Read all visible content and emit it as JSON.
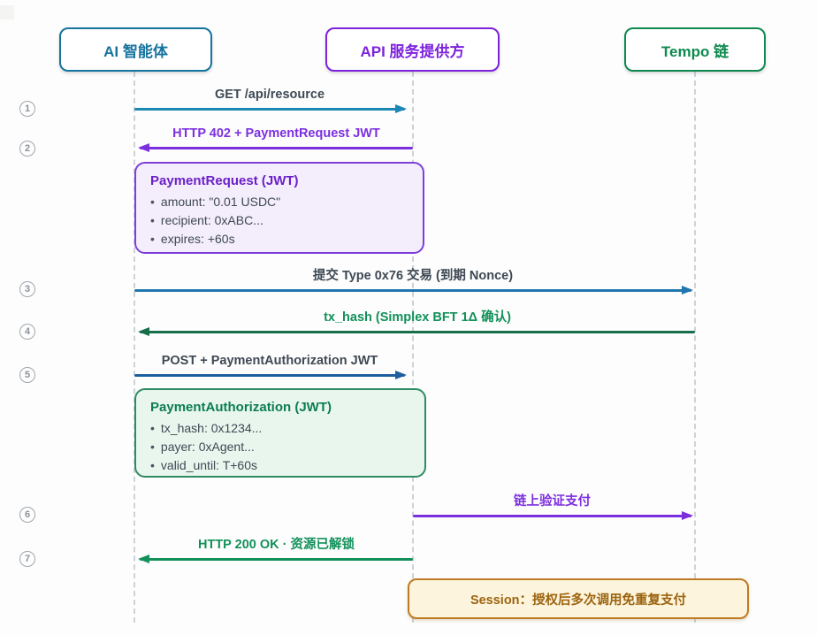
{
  "colors": {
    "actor_ai": "#16749e",
    "actor_api": "#7d22dc",
    "actor_tempo": "#0f8a4f",
    "arrow_teal": "#1a87b4",
    "arrow_purple": "#7c2fe0",
    "arrow_blue": "#2176ae",
    "arrow_dark_blue": "#1d5f9e",
    "arrow_dark_green": "#166e4b",
    "arrow_green": "#12915a",
    "label_dark": "#3e4954",
    "note_purple_border": "#7c3fd8",
    "note_purple_bg": "#f4edfb",
    "note_green_border": "#2e8b62",
    "note_green_bg": "#e9f6ee",
    "session_border": "#bf7b22",
    "session_bg": "#fcf4dc",
    "session_text": "#9c6410",
    "lifeline": "#cdd2d7",
    "step_circle": "#9fa6ae"
  },
  "actors": [
    {
      "label": "AI 智能体"
    },
    {
      "label": "API 服务提供方"
    },
    {
      "label": "Tempo 链"
    }
  ],
  "steps": [
    "1",
    "2",
    "3",
    "4",
    "5",
    "6",
    "7"
  ],
  "messages": [
    {
      "label": "GET /api/resource",
      "from": "AI 智能体",
      "to": "API 服务提供方"
    },
    {
      "label": "HTTP 402 + PaymentRequest JWT",
      "from": "API 服务提供方",
      "to": "AI 智能体"
    },
    {
      "label": "提交 Type 0x76 交易 (到期 Nonce)",
      "from": "AI 智能体",
      "to": "Tempo 链"
    },
    {
      "label": "tx_hash (Simplex BFT 1Δ 确认)",
      "from": "Tempo 链",
      "to": "AI 智能体"
    },
    {
      "label": "POST + PaymentAuthorization JWT",
      "from": "AI 智能体",
      "to": "API 服务提供方"
    },
    {
      "label": "链上验证支付",
      "from": "API 服务提供方",
      "to": "Tempo 链"
    },
    {
      "label": "HTTP 200 OK · 资源已解锁",
      "from": "API 服务提供方",
      "to": "AI 智能体"
    }
  ],
  "notes": [
    {
      "title": "PaymentRequest (JWT)",
      "items": [
        "amount: \"0.01 USDC\"",
        "recipient: 0xABC...",
        "expires: +60s"
      ]
    },
    {
      "title": "PaymentAuthorization (JWT)",
      "items": [
        "tx_hash: 0x1234...",
        "payer: 0xAgent...",
        "valid_until: T+60s"
      ]
    }
  ],
  "session_note": {
    "label": "Session：授权后多次调用免重复支付"
  }
}
